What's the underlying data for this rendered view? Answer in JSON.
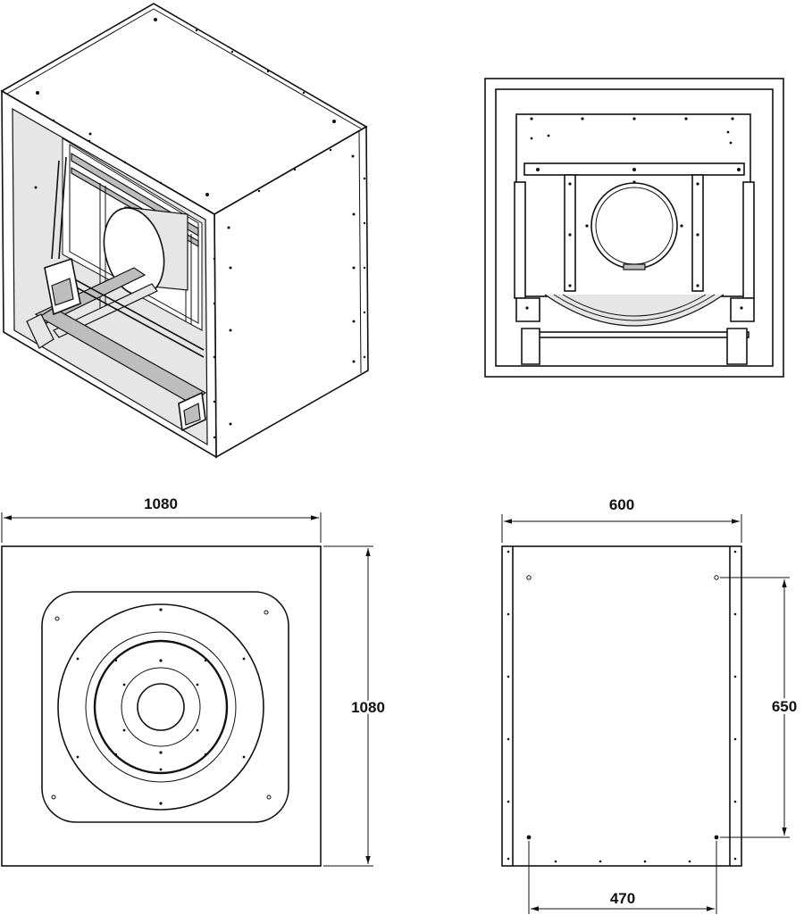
{
  "views": {
    "isometric": {
      "name": "isometric-view"
    },
    "inlet": {
      "name": "inlet-view"
    },
    "front": {
      "name": "front-view"
    },
    "side": {
      "name": "side-view"
    }
  },
  "dimensions": {
    "front_width": "1080",
    "front_height": "1080",
    "side_width": "600",
    "side_hole_vertical": "650",
    "side_hole_horizontal": "470"
  },
  "colors": {
    "line": "#111111",
    "panel": "#ffffff",
    "shade": "#e6e6e6"
  }
}
